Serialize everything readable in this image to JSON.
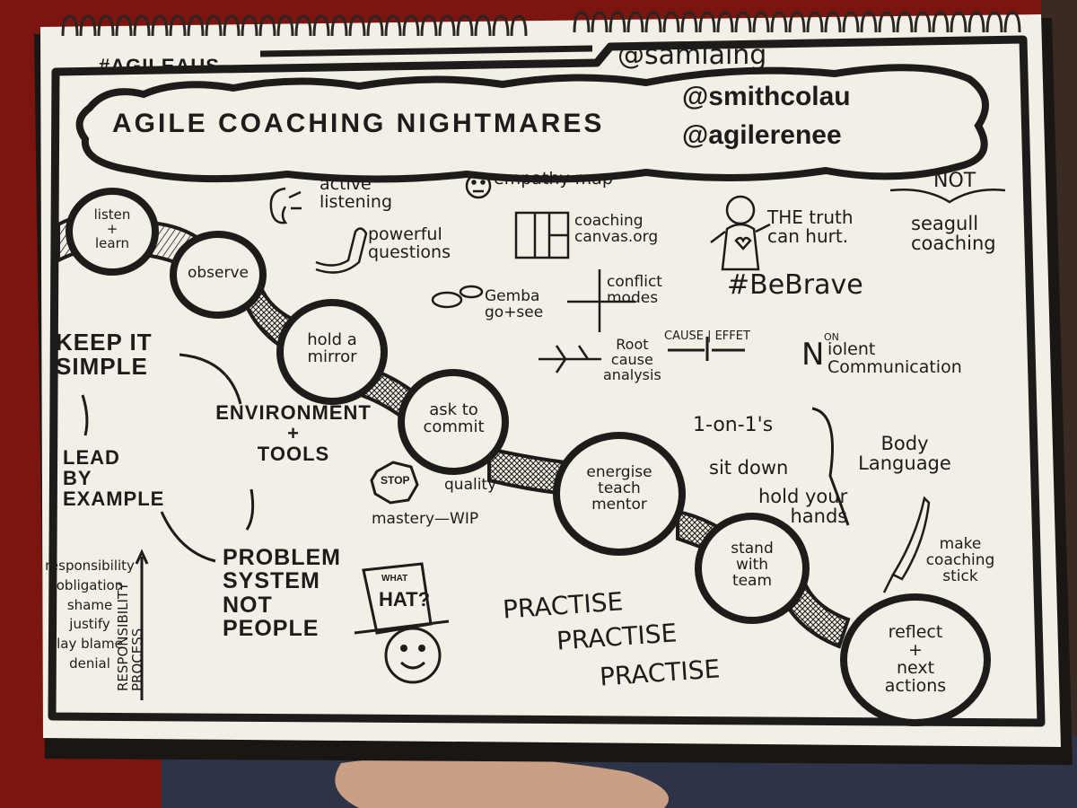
{
  "header": {
    "hashtag": "#AGILEAUS",
    "artist": "@samlaing",
    "title": "AGILE COACHING NIGHTMARES",
    "speaker_1": "@smithcolau",
    "speaker_2": "@agilerenee"
  },
  "path_steps": [
    "listen\n+\nlearn",
    "observe",
    "hold a\nmirror",
    "ask to\ncommit",
    "energise\nteach\nmentor",
    "stand\nwith\nteam",
    "reflect\n+\nnext\nactions"
  ],
  "techniques": {
    "active_listening": "active\nlistening",
    "powerful_questions": "powerful\nquestions",
    "empathy_map": "empathy map",
    "coaching_canvas": "coaching\ncanvas.org",
    "truth": "THE truth\ncan hurt.",
    "not": "NOT",
    "seagull": "seagull\ncoaching",
    "gemba": "Gemba\ngo+see",
    "conflict": "conflict\nmodes",
    "bebrave": "#BeBrave",
    "root_cause": "Root\ncause\nanalysis",
    "cause_effet": "CAUSE | EFFET",
    "nonviolent_n": "N",
    "nonviolent_on": "ON",
    "nonviolent_rest": "iolent\nCommunication"
  },
  "left_side": {
    "keep_it_simple": "KEEP IT\nSIMPLE",
    "lead_by_example": "LEAD\nBY\nEXAMPLE",
    "environment_tools": "ENVIRONMENT\n+\nTOOLS",
    "problem_system": "PROBLEM\nSYSTEM\nNOT\nPEOPLE",
    "responsibility_list": "responsibility\nobligation\nshame\njustify\nlay blame\ndenial",
    "responsibility_process": "RESPONSIBILITY\nPROCESS"
  },
  "middle": {
    "stop": "STOP",
    "quality": "quality",
    "mastery_wip": "mastery—WIP",
    "hat_what": "WHAT",
    "hat_hat": "HAT?",
    "practise": [
      "PRACTISE",
      "PRACTISE",
      "PRACTISE"
    ]
  },
  "right_side": {
    "one_on_ones": "1-on-1's",
    "sit_down": "sit down",
    "hold_hands": "hold your\nhands",
    "body_language": "Body\nLanguage",
    "make_stick": "make\ncoaching\nstick"
  },
  "colors": {
    "background_red": "#7a1510",
    "paper": "#f3efe6",
    "ink": "#1e1c1a",
    "binder": "#2a2520"
  }
}
